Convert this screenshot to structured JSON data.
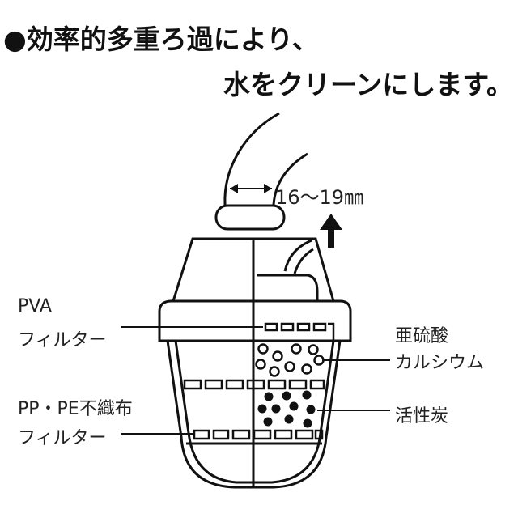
{
  "heading": {
    "line1": "●効率的多重ろ過により、",
    "line2": "水をクリーンにします。"
  },
  "dimension": "16〜19㎜",
  "labels": {
    "pva_line1": "PVA",
    "pva_line2": "フィルター",
    "calcium_line1": "亜硫酸",
    "calcium_line2": "カルシウム",
    "carbon": "活性炭",
    "pp_line1": "PP・PE不織布",
    "pp_line2": "フィルター"
  }
}
